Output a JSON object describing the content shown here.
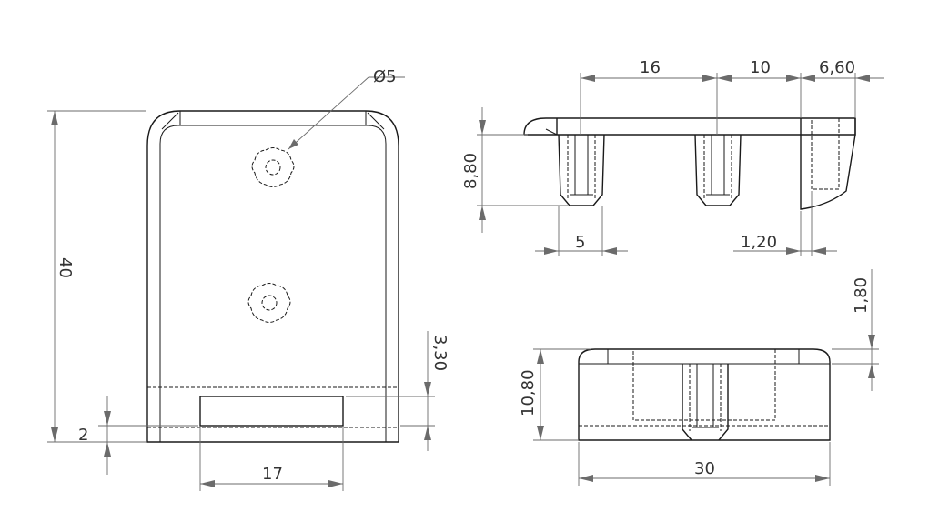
{
  "drawing": {
    "front_view": {
      "hole_diameter": "Ø5",
      "height": "40",
      "slot_height": "2",
      "bottom_offset": "3,30",
      "slot_width": "17"
    },
    "side_view": {
      "pin_spacing": "16",
      "pin_to_tab": "10",
      "tab_width": "6,60",
      "pin_height": "8,80",
      "pin_width": "5",
      "tab_gap": "1,20"
    },
    "bottom_view": {
      "rim_thickness": "1,80",
      "height": "10,80",
      "width": "30"
    }
  }
}
